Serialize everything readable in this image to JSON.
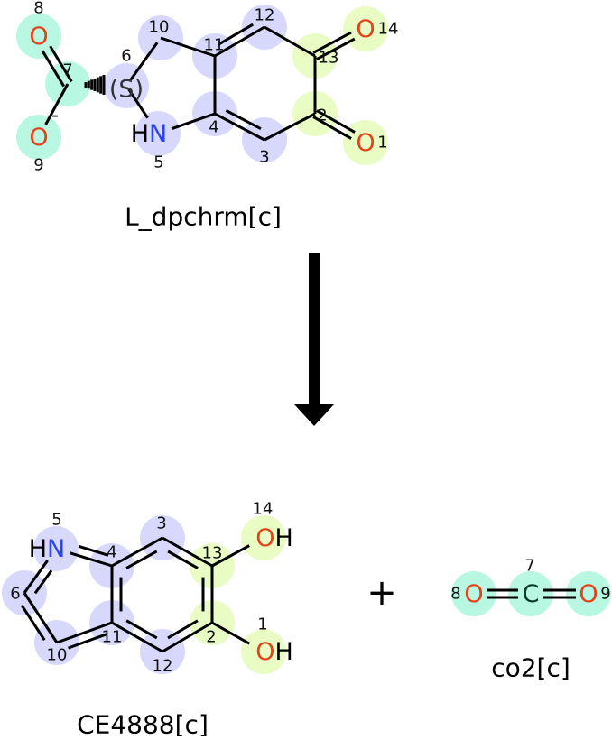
{
  "reactant": {
    "name": "L_dpchrm[c]",
    "stereo_label": "(S)",
    "charge": "-",
    "atoms": [
      {
        "id": "8",
        "element": "O",
        "group": "teal"
      },
      {
        "id": "7",
        "element": "",
        "group": "teal"
      },
      {
        "id": "9",
        "element": "O",
        "group": "teal"
      },
      {
        "id": "6",
        "element": "",
        "group": "blue"
      },
      {
        "id": "10",
        "element": "",
        "group": "blue"
      },
      {
        "id": "11",
        "element": "",
        "group": "blue"
      },
      {
        "id": "12",
        "element": "",
        "group": "blue"
      },
      {
        "id": "13",
        "element": "",
        "group": "green"
      },
      {
        "id": "14",
        "element": "O",
        "group": "green"
      },
      {
        "id": "2",
        "element": "",
        "group": "green"
      },
      {
        "id": "1",
        "element": "O",
        "group": "green"
      },
      {
        "id": "3",
        "element": "",
        "group": "blue"
      },
      {
        "id": "4",
        "element": "",
        "group": "blue"
      },
      {
        "id": "5",
        "element": "HN",
        "group": "blue"
      }
    ]
  },
  "products": [
    {
      "name": "CE4888[c]",
      "atoms": [
        {
          "id": "5",
          "element": "HN",
          "group": "blue"
        },
        {
          "id": "4",
          "element": "",
          "group": "blue"
        },
        {
          "id": "3",
          "element": "",
          "group": "blue"
        },
        {
          "id": "13",
          "element": "",
          "group": "green"
        },
        {
          "id": "14",
          "element": "OH",
          "group": "green"
        },
        {
          "id": "2",
          "element": "",
          "group": "green"
        },
        {
          "id": "1",
          "element": "OH",
          "group": "green"
        },
        {
          "id": "12",
          "element": "",
          "group": "blue"
        },
        {
          "id": "11",
          "element": "",
          "group": "blue"
        },
        {
          "id": "10",
          "element": "",
          "group": "blue"
        },
        {
          "id": "6",
          "element": "",
          "group": "blue"
        }
      ]
    },
    {
      "name": "co2[c]",
      "atoms": [
        {
          "id": "8",
          "element": "O",
          "group": "teal"
        },
        {
          "id": "7",
          "element": "C",
          "group": "teal"
        },
        {
          "id": "9",
          "element": "O",
          "group": "teal"
        }
      ]
    }
  ],
  "plus_sign": "+",
  "colors": {
    "teal": "#b8f8e2",
    "blue": "#d8d8fd",
    "green": "#e8fcc4",
    "O": "#e5421a",
    "N": "#2a45f5",
    "C": "#0a3a2a"
  }
}
